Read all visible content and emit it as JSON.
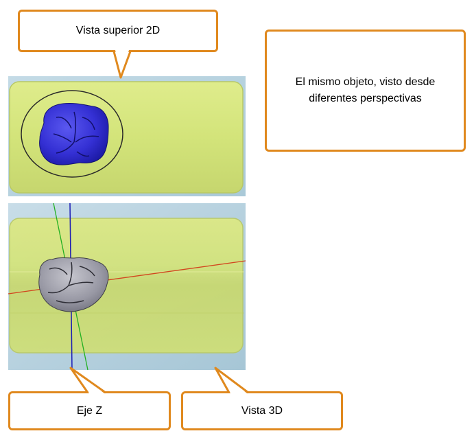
{
  "callouts": {
    "top_view": "Vista superior 2D",
    "same_object": "El mismo objeto, visto desde diferentes perspectivas",
    "z_axis": "Eje Z",
    "view_3d": "Vista 3D"
  },
  "colors": {
    "callout_border": "#e0891e",
    "tray_fill": "#d5e57a",
    "background_blue": "#b8d4e2",
    "tooth_top_view": "#3a36d8",
    "tooth_3d_view": "#9a9aa6",
    "axis_x": "#d2451e",
    "axis_y": "#22b022",
    "axis_z": "#1a1ab4"
  }
}
